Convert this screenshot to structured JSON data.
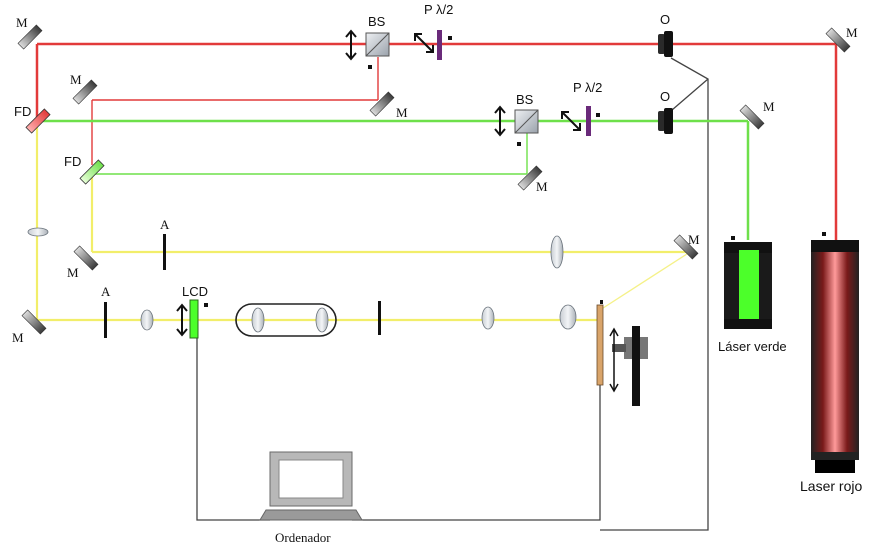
{
  "labels": {
    "mirror": "M",
    "beam_splitter": "BS",
    "polarizer": "P λ/2",
    "objective": "O",
    "fd": "FD",
    "aperture": "A",
    "lcd": "LCD",
    "laser_green": "Láser verde",
    "laser_red": "Laser rojo",
    "computer": "Ordenador"
  },
  "colors": {
    "red_beam": "#e23a3a",
    "green_beam": "#6ee04a",
    "yellow_beam": "#f2ee6a",
    "wire": "#444444",
    "polarizer": "#6a2a7a",
    "green_laser": "#4cff2a",
    "red_laser": "#c43a3a"
  },
  "icons": {
    "double_arrow": "double-arrow-icon",
    "computer": "computer-icon"
  }
}
